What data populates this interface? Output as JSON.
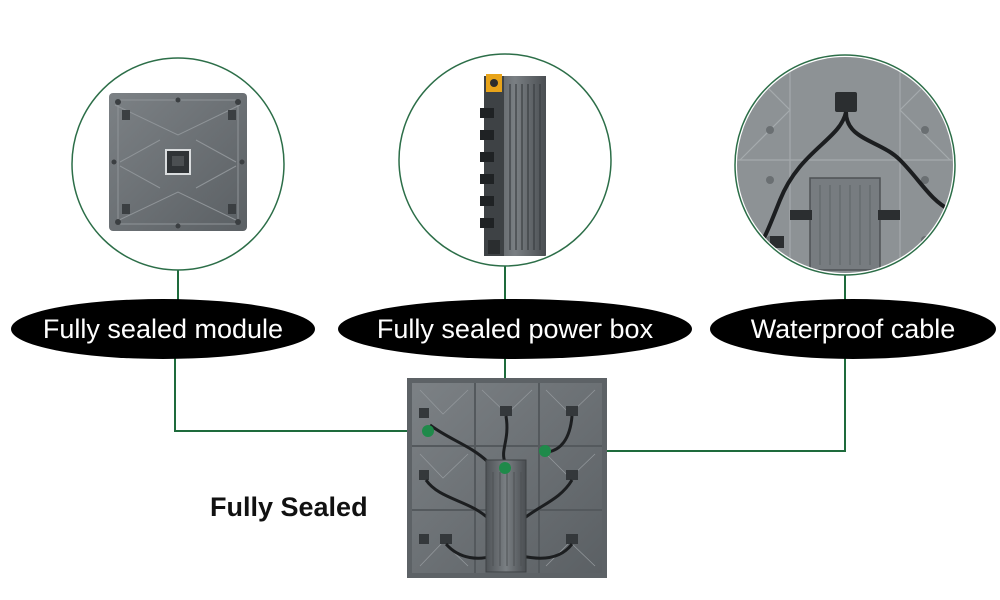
{
  "callouts": [
    {
      "label": "Fully sealed module"
    },
    {
      "label": "Fully sealed power box"
    },
    {
      "label": "Waterproof cable"
    }
  ],
  "caption": "Fully Sealed",
  "colors": {
    "connector_line": "#1e6b3c",
    "dot": "#1f8a4a",
    "label_background": "#000000",
    "label_text": "#ffffff",
    "panel": "#6b7074"
  },
  "icons": [
    "module-back-icon",
    "power-box-icon",
    "waterproof-cable-icon",
    "cabinet-back-icon"
  ]
}
